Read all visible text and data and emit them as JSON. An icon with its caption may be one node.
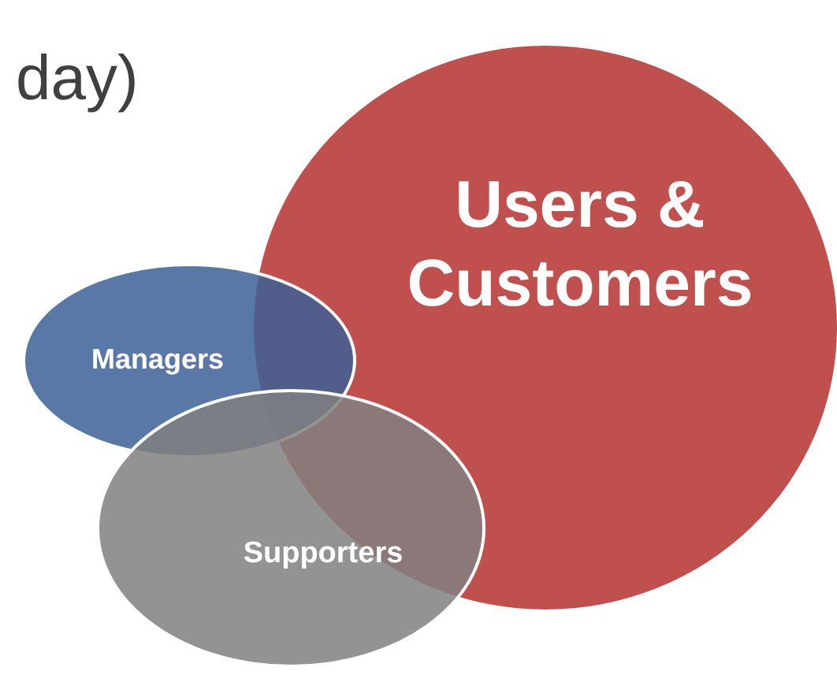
{
  "diagram": {
    "nodes": [
      {
        "text": [
          "Users & Customers"
        ]
      },
      {
        "text": [
          "Managers"
        ]
      },
      {
        "text": [
          "Supporters"
        ]
      }
    ],
    "labels": [
      "day)"
    ]
  }
}
